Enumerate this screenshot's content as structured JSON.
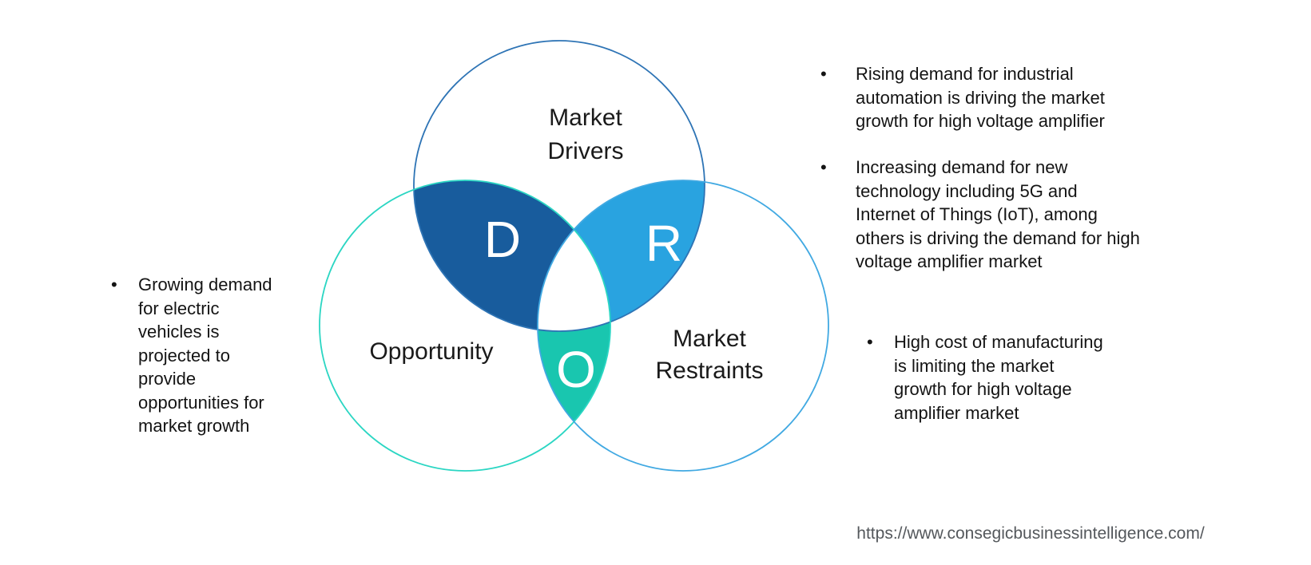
{
  "venn": {
    "drivers": {
      "label": "Market\nDrivers",
      "letter": "D",
      "outline_color": "#2E74B5",
      "lens_color": "#185C9D"
    },
    "opportunity": {
      "label": "Opportunity",
      "letter": "O",
      "outline_color": "#2BD6C3",
      "lens_color": "#19C6AF"
    },
    "restraints": {
      "label": "Market\nRestraints",
      "letter": "R",
      "outline_color": "#41A9E2",
      "lens_color": "#29A3E0"
    },
    "letter_color": "#FFFFFF"
  },
  "bullets": {
    "left": {
      "marker": "•",
      "text": "Growing demand\nfor electric\nvehicles is\nprojected to\nprovide\nopportunities for\nmarket growth"
    },
    "right_top": {
      "marker": "•",
      "text": "Rising demand for industrial\nautomation is driving the market\ngrowth for high voltage amplifier"
    },
    "right_middle": {
      "marker": "•",
      "text": "Increasing demand for new\ntechnology including 5G and\nInternet of Things (IoT), among\nothers is driving the demand for high\nvoltage amplifier market"
    },
    "right_bottom": {
      "marker": "•",
      "text": "High cost of manufacturing\nis limiting the market\ngrowth for high voltage\namplifier market"
    }
  },
  "footer": {
    "url": "https://www.consegicbusinessintelligence.com/"
  }
}
